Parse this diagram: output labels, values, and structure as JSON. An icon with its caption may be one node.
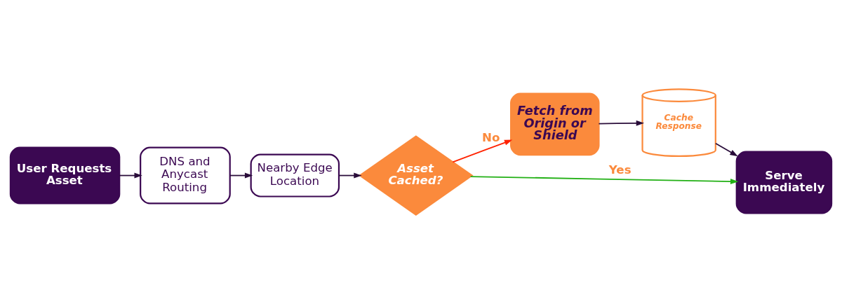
{
  "diagram": {
    "nodes": [
      {
        "text": [
          "User Requests Asset"
        ]
      },
      {
        "text": [
          "DNS and Anycast Routing"
        ]
      },
      {
        "text": [
          "Nearby Edge Location"
        ]
      },
      {
        "text": [
          "Asset Cached?"
        ]
      },
      {
        "text": [
          "Fetch from Origin or Shield"
        ]
      },
      {
        "text": [
          "Cache Response"
        ]
      },
      {
        "text": [
          "Serve Immediately"
        ]
      }
    ],
    "edges": [
      {
        "from": 0,
        "to": 1,
        "arrow": "to"
      },
      {
        "from": 1,
        "to": 2,
        "arrow": "to"
      },
      {
        "from": 2,
        "to": 3,
        "arrow": "to"
      },
      {
        "from": 3,
        "to": 4,
        "arrow": "to",
        "label": "No",
        "color": "#ff2200"
      },
      {
        "from": 4,
        "to": 5,
        "arrow": "to"
      },
      {
        "from": 5,
        "to": 6,
        "arrow": "to"
      },
      {
        "from": 3,
        "to": 6,
        "arrow": "to",
        "label": "Yes",
        "color": "#22b015"
      }
    ]
  }
}
